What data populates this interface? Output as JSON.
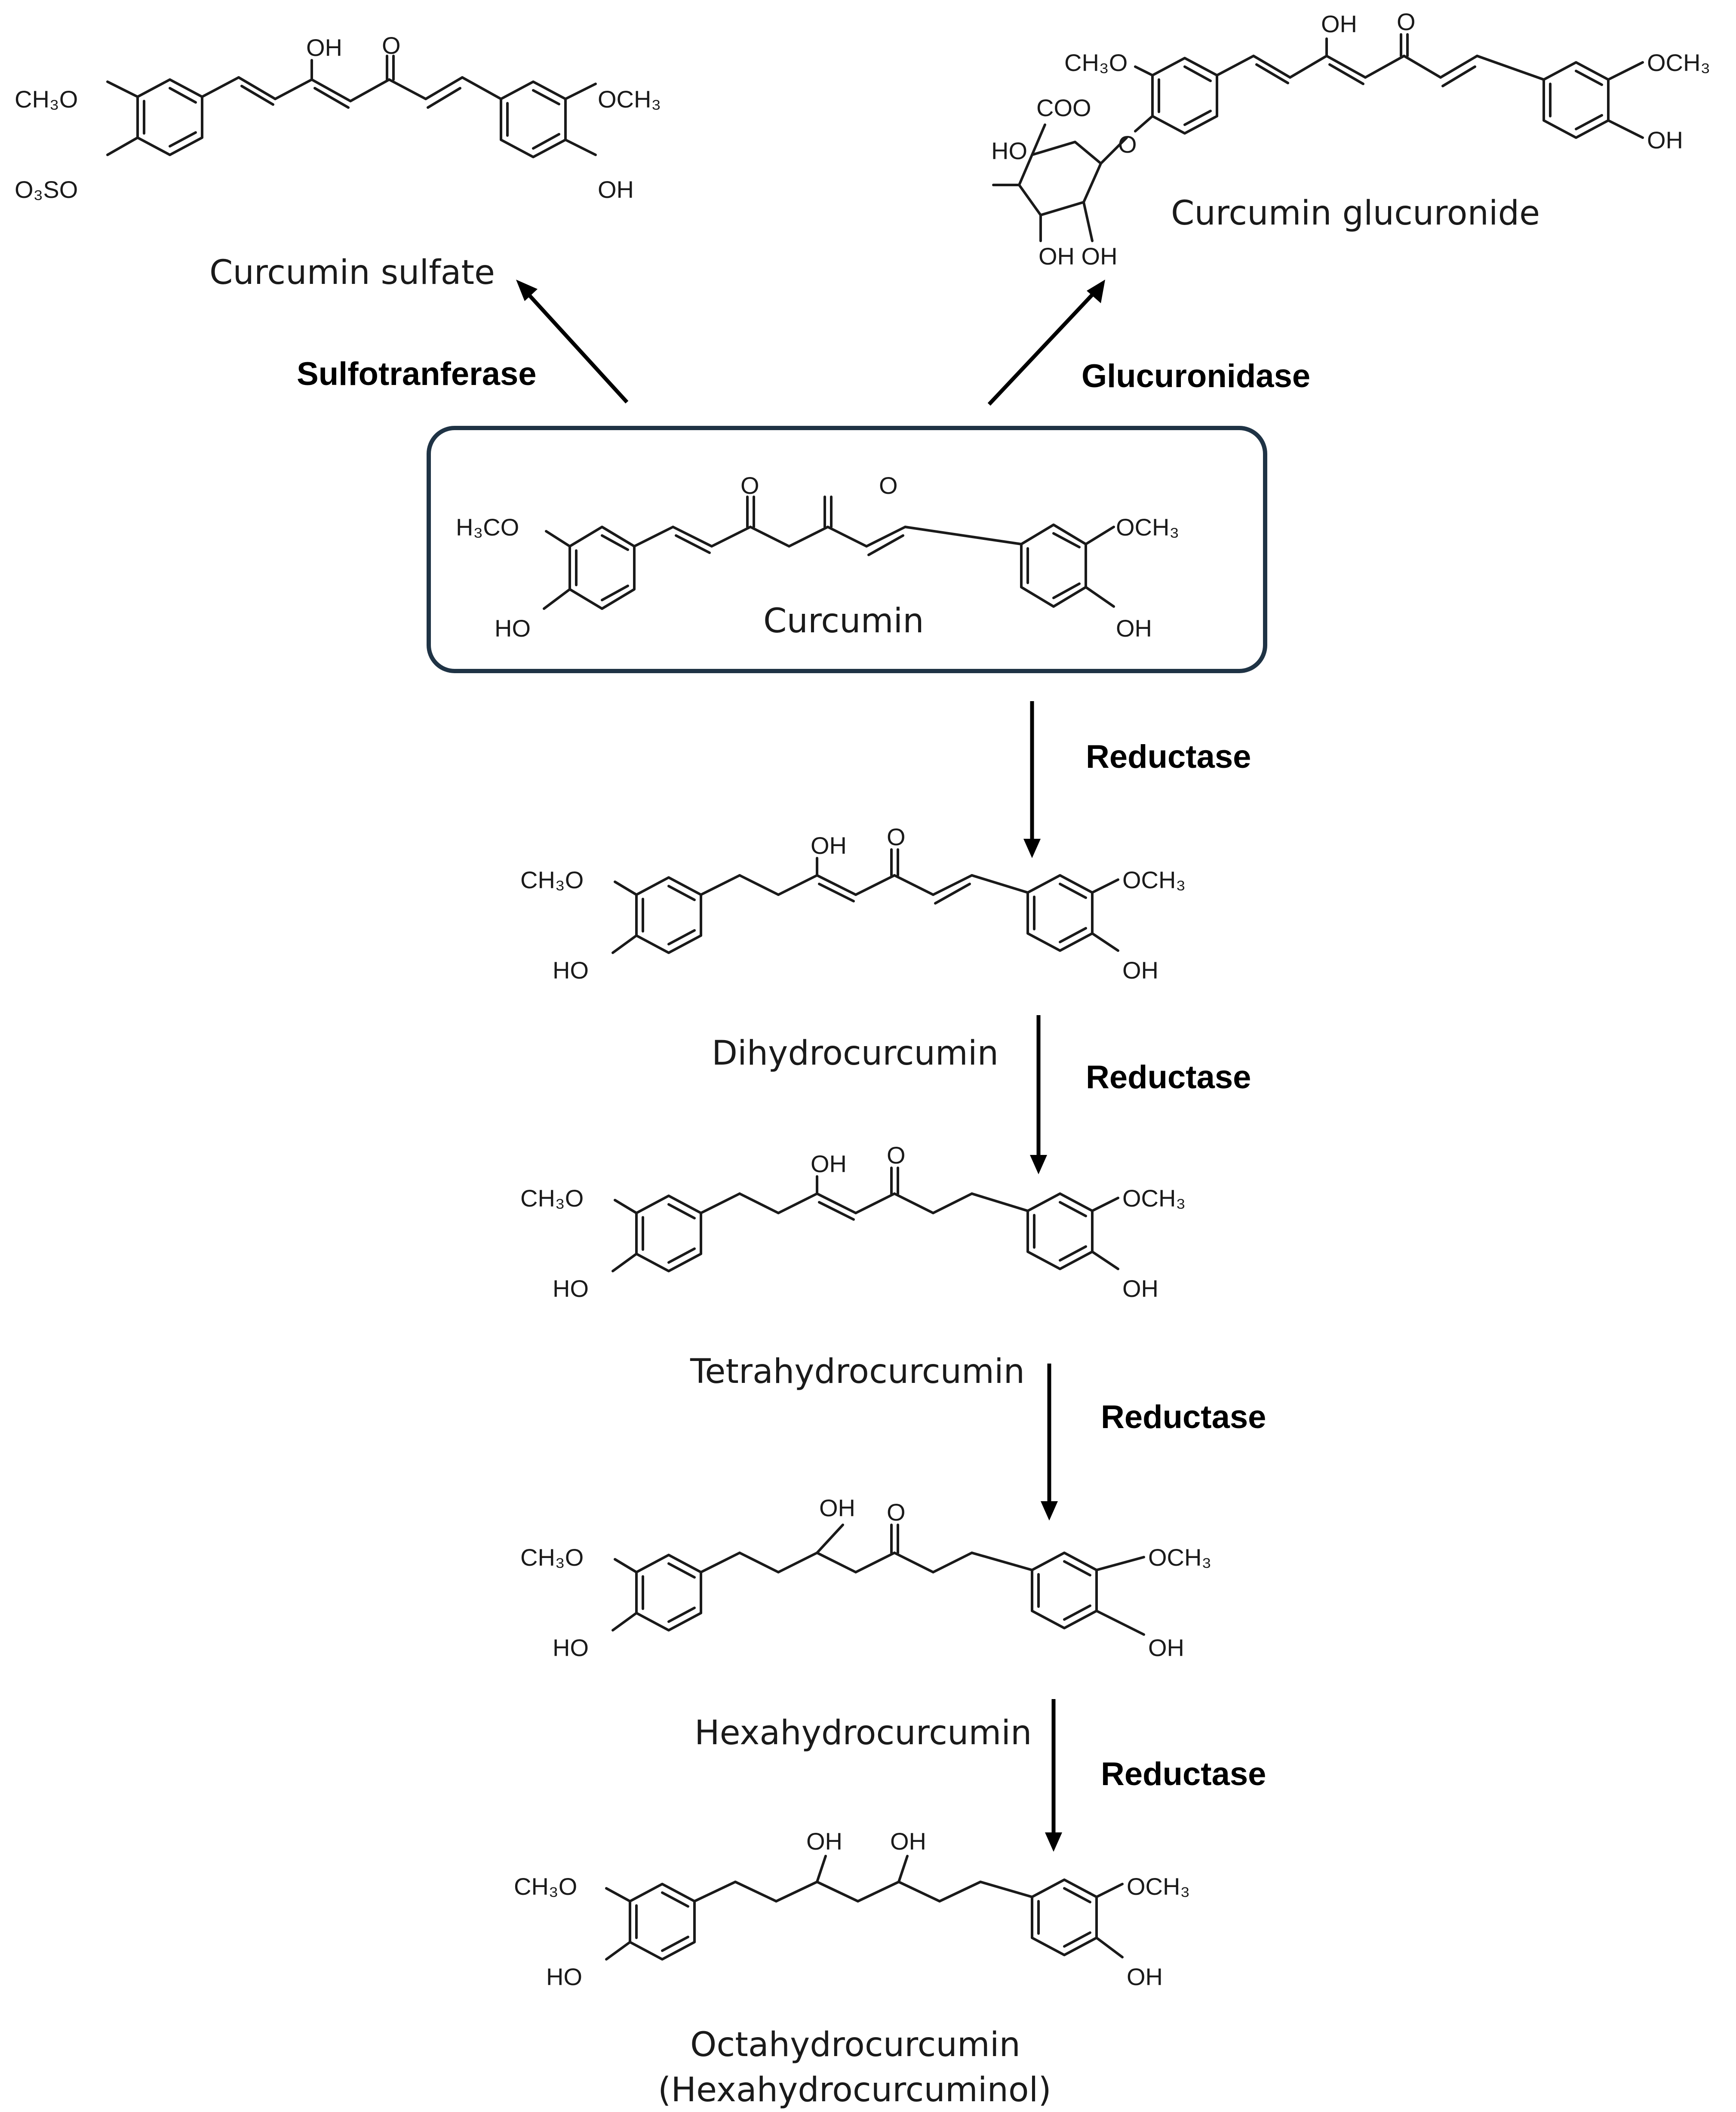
{
  "enzymes": {
    "sulfo": "Sulfotranferase",
    "glucuronidase": "Glucuronidase",
    "reductase_1": "Reductase",
    "reductase_2": "Reductase",
    "reductase_3": "Reductase",
    "reductase_4": "Reductase"
  },
  "compounds": {
    "curcumin": "Curcumin",
    "sulfate": "Curcumin sulfate",
    "glucuronide": "Curcumin glucuronide",
    "dihydro": "Dihydrocurcumin",
    "tetrahydro": "Tetrahydrocurcumin",
    "hexahydro": "Hexahydrocurcumin",
    "octahydro": "Octahydrocurcumin",
    "octahydro_alt": "(Hexahydrocurcuminol)"
  },
  "atoms": {
    "oh": "OH",
    "o": "O",
    "och3": "OCH₃",
    "ch3o": "CH₃O",
    "h3co": "H₃CO",
    "ho": "HO",
    "o3so": "O₃SO",
    "coo": "COO",
    "ring_o": "O",
    "oh_pair": "OH OH"
  }
}
